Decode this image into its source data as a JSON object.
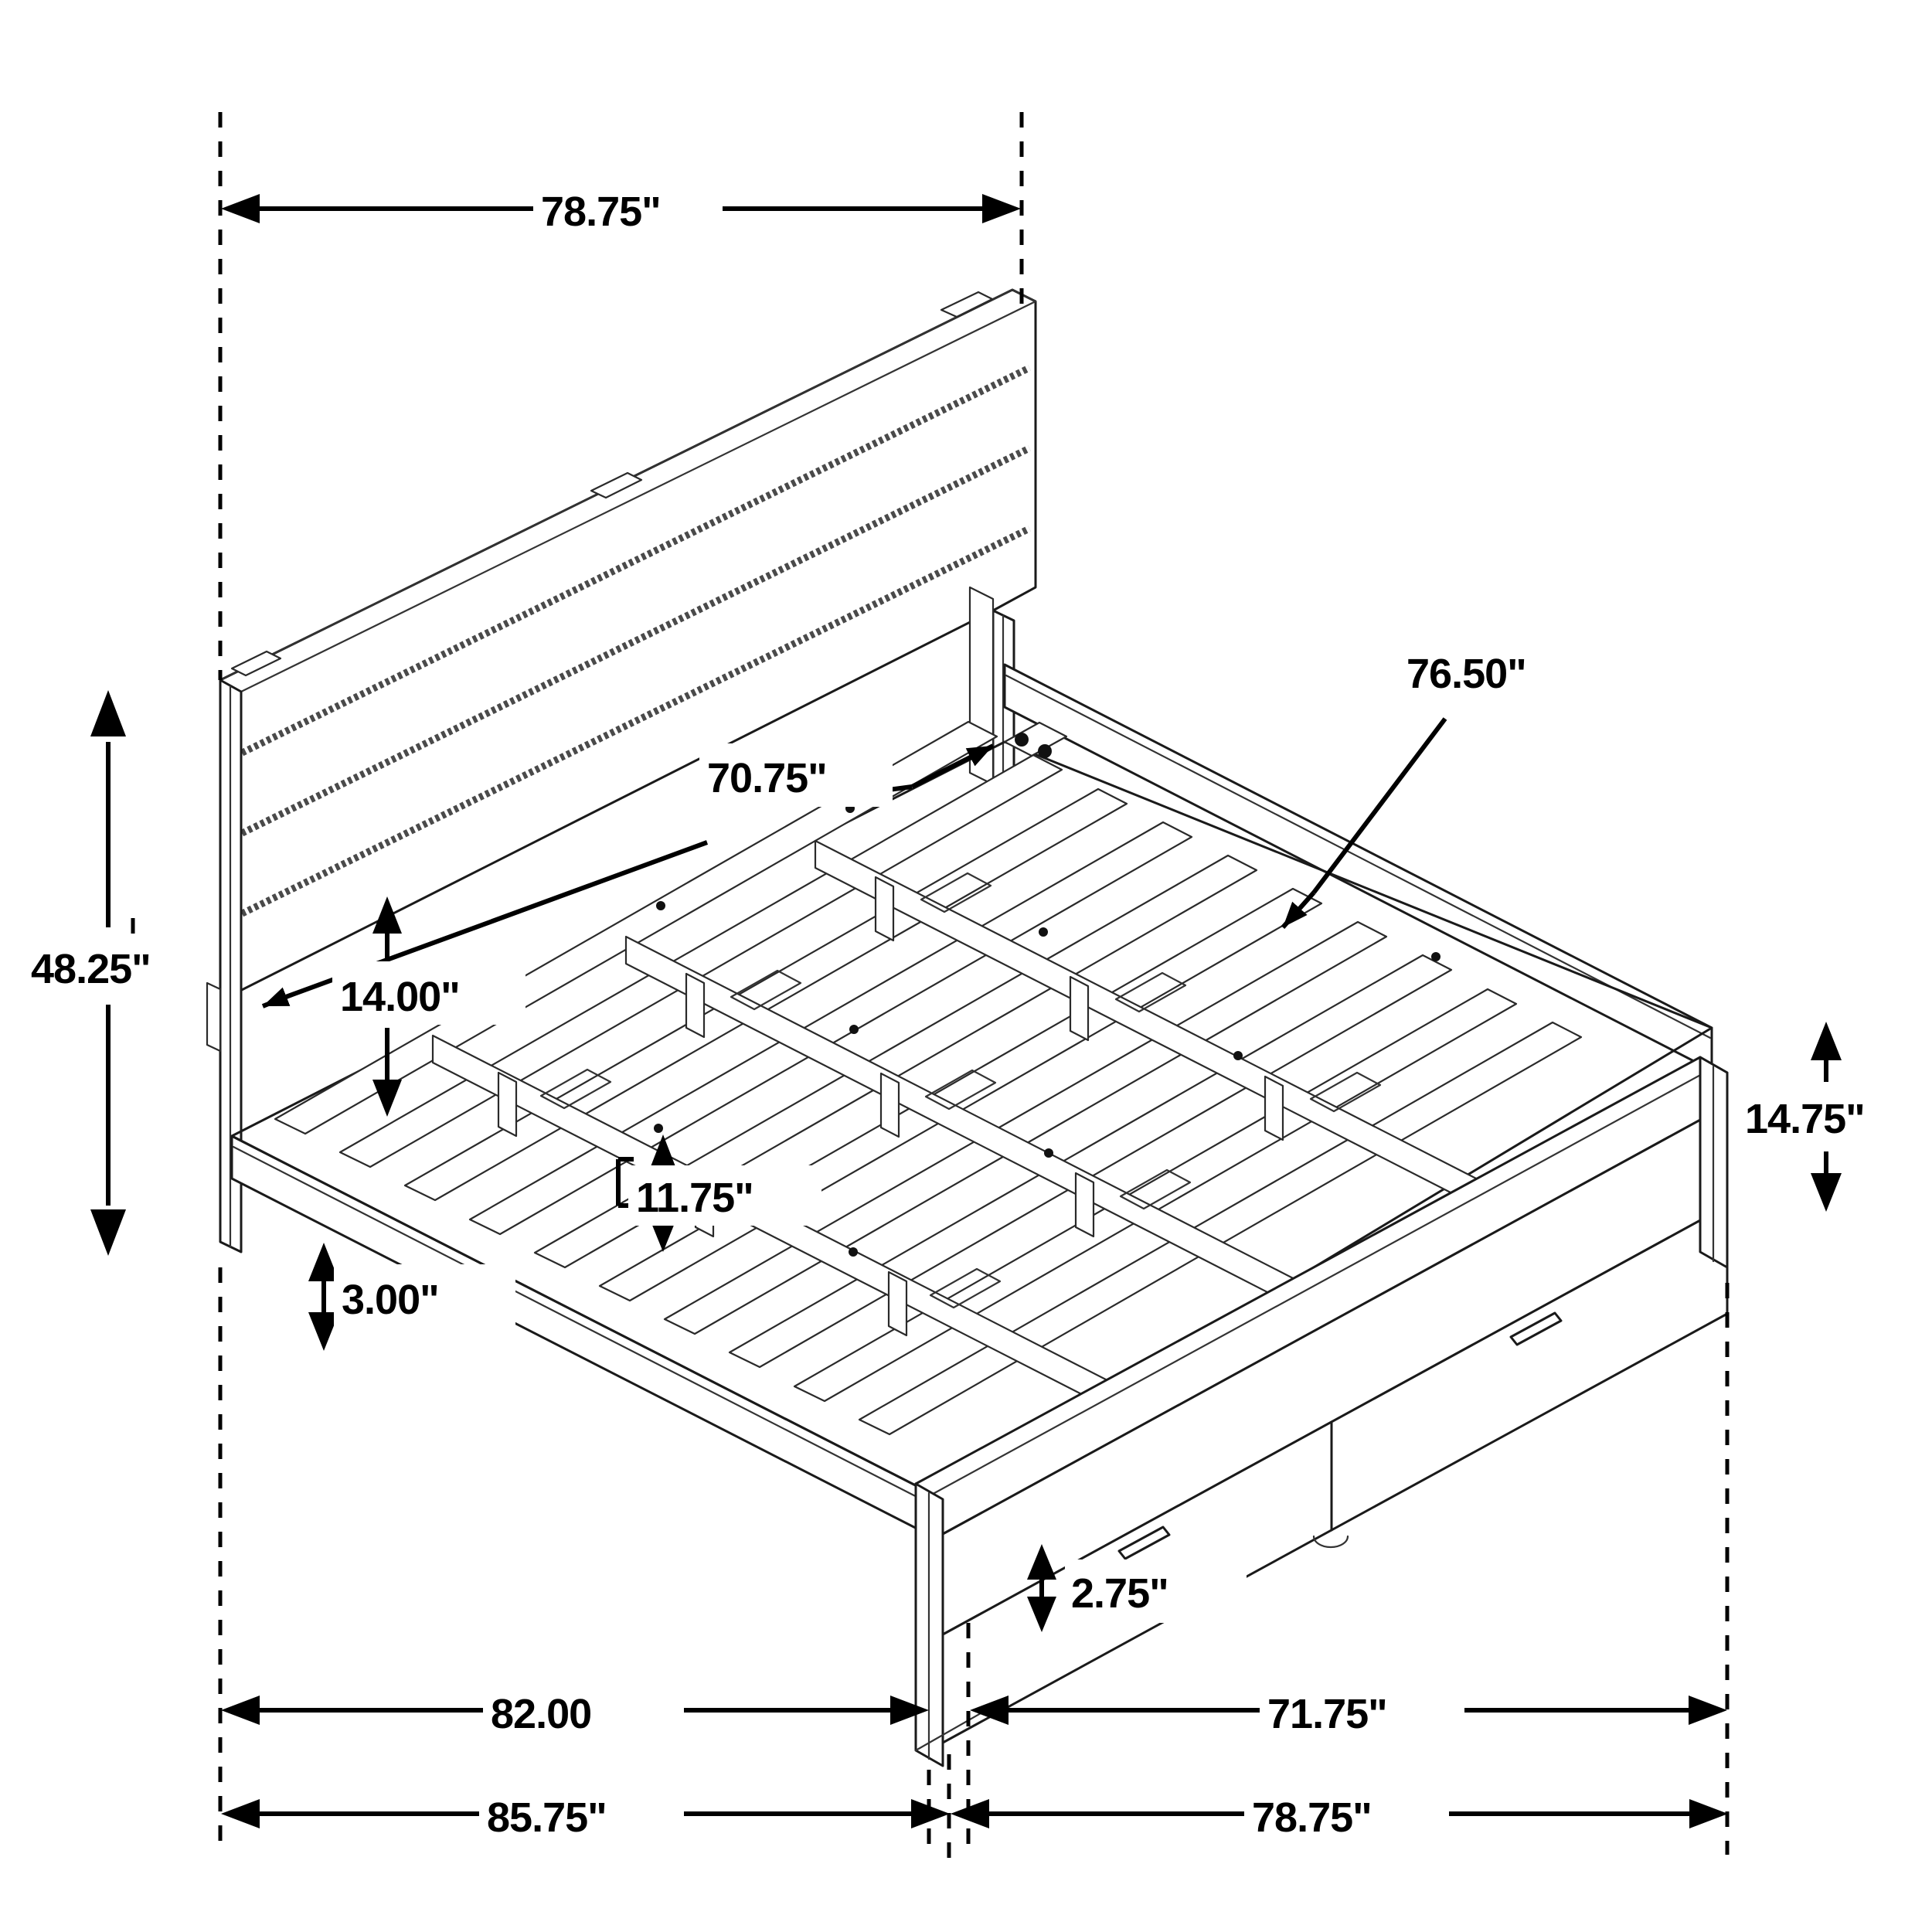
{
  "document": {
    "type": "dimensioned-line-drawing",
    "subject": "storage platform bed with slatted headboard and footboard drawers",
    "units": "inches",
    "background_color": "#ffffff",
    "line_color": "#1a1a1a",
    "text_color": "#000000"
  },
  "dimensions": {
    "headboard_overall_width": "78.75\"",
    "headboard_overall_height": "48.25\"",
    "headboard_panel_width": "70.75\"",
    "headboard_clearance_under_panel": "14.00\"",
    "slat_deck_width": "76.50\"",
    "slat_spacing": "11.75\"",
    "deck_to_rail_drop": "3.00\"",
    "footboard_height": "14.75\"",
    "footboard_drawer_clearance": "2.75\"",
    "rail_length_inner": "82.00",
    "footboard_inner_width": "71.75\"",
    "overall_length": "85.75\"",
    "overall_width": "78.75\""
  },
  "labels": [
    {
      "id": "top-width",
      "text": "78.75\"",
      "name": "dimension-headboard-width"
    },
    {
      "id": "left-height",
      "text": "48.25\"",
      "name": "dimension-headboard-height"
    },
    {
      "id": "headboard-panel",
      "text": "70.75\"",
      "name": "dimension-headboard-panel-width"
    },
    {
      "id": "under-panel",
      "text": "14.00\"",
      "name": "dimension-under-panel-clearance"
    },
    {
      "id": "deck-width",
      "text": "76.50\"",
      "name": "dimension-slat-deck-width"
    },
    {
      "id": "slat-spacing",
      "text": "11.75\"",
      "name": "dimension-slat-spacing"
    },
    {
      "id": "deck-drop",
      "text": "3.00\"",
      "name": "dimension-deck-drop"
    },
    {
      "id": "footboard-height",
      "text": "14.75\"",
      "name": "dimension-footboard-height"
    },
    {
      "id": "drawer-clearance",
      "text": "2.75\"",
      "name": "dimension-drawer-clearance"
    },
    {
      "id": "rail-length",
      "text": "82.00",
      "name": "dimension-rail-length"
    },
    {
      "id": "footboard-inner",
      "text": "71.75\"",
      "name": "dimension-footboard-inner-width"
    },
    {
      "id": "overall-length",
      "text": "85.75\"",
      "name": "dimension-overall-length"
    },
    {
      "id": "overall-width",
      "text": "78.75\"",
      "name": "dimension-overall-width"
    }
  ]
}
